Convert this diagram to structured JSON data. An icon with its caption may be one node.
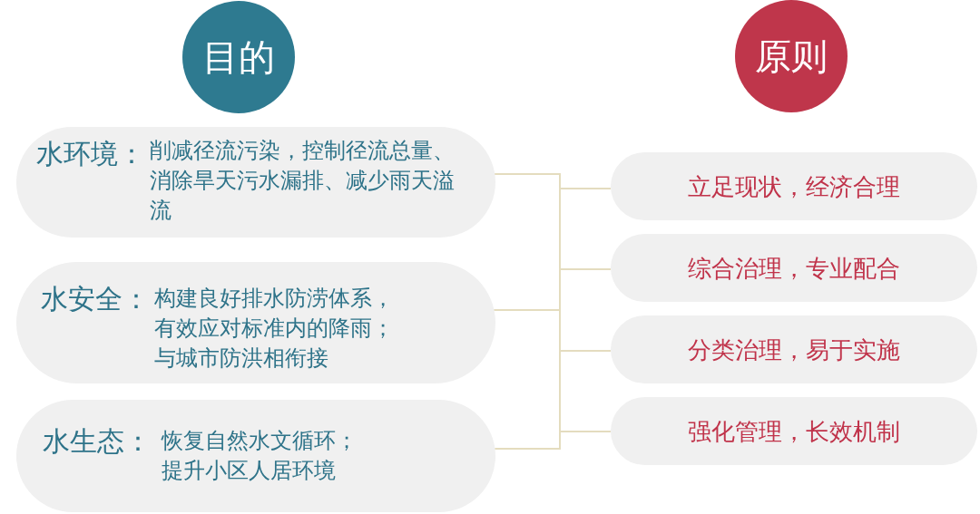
{
  "diagram": {
    "nodes": [
      {
        "text": [
          "目的"
        ]
      },
      {
        "text": [
          "原则"
        ]
      },
      {
        "text": [
          "水环境：",
          "削减径流污染，控制径流总量、消除旱天污水漏排、减少雨天溢流"
        ]
      },
      {
        "text": [
          "水安全：",
          "构建良好排水防涝体系，有效应对标准内的降雨；与城市防洪相衔接"
        ]
      },
      {
        "text": [
          "水生态：",
          "恢复自然水文循环；提升小区人居环境"
        ]
      },
      {
        "text": [
          "立足现状，经济合理"
        ]
      },
      {
        "text": [
          "综合治理，专业配合"
        ]
      },
      {
        "text": [
          "分类治理，易于实施"
        ]
      },
      {
        "text": [
          "强化管理，长效机制"
        ]
      }
    ],
    "edges": [
      {
        "from": 2,
        "to": 5,
        "arrow": "none"
      },
      {
        "from": 2,
        "to": 6,
        "arrow": "none"
      },
      {
        "from": 2,
        "to": 7,
        "arrow": "none"
      },
      {
        "from": 2,
        "to": 8,
        "arrow": "none"
      },
      {
        "from": 3,
        "to": 5,
        "arrow": "none"
      },
      {
        "from": 3,
        "to": 6,
        "arrow": "none"
      },
      {
        "from": 3,
        "to": 7,
        "arrow": "none"
      },
      {
        "from": 3,
        "to": 8,
        "arrow": "none"
      },
      {
        "from": 4,
        "to": 5,
        "arrow": "none"
      },
      {
        "from": 4,
        "to": 6,
        "arrow": "none"
      },
      {
        "from": 4,
        "to": 7,
        "arrow": "none"
      },
      {
        "from": 4,
        "to": 8,
        "arrow": "none"
      }
    ]
  }
}
